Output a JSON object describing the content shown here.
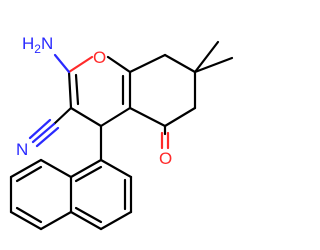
{
  "atoms": {
    "amino": {
      "text": "H",
      "sub": "2",
      "suffix": "N",
      "color": "#2a2aff"
    },
    "ring_oxygen": {
      "text": "O",
      "color": "#ff2a2a"
    },
    "nitrile_nitrogen": {
      "text": "N",
      "color": "#2a2aff"
    },
    "ketone_oxygen": {
      "text": "O",
      "color": "#ff2a2a"
    }
  },
  "colors": {
    "bond": "#000000",
    "nitrogen": "#2a2aff",
    "oxygen": "#ff2a2a"
  }
}
